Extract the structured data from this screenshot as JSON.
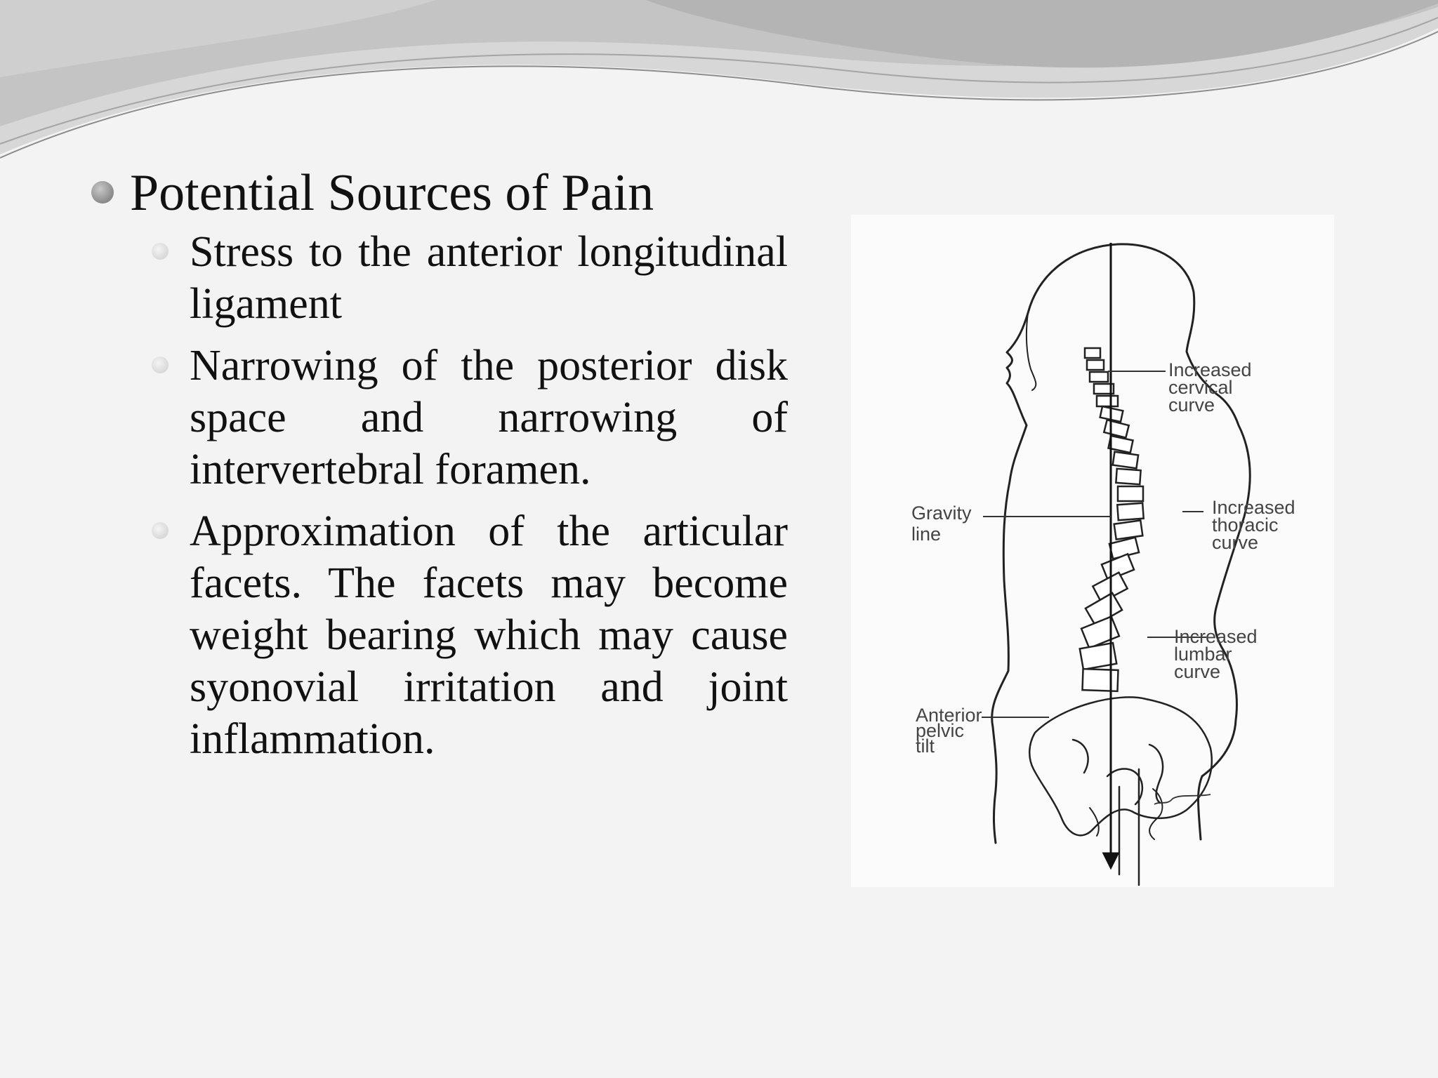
{
  "slide": {
    "heading": "Potential Sources of Pain",
    "points": [
      "Stress to the anterior longitudinal ligament",
      "Narrowing of the posterior disk space and narrowing of intervertebral foramen.",
      "Approximation of the articular facets. The facets may become weight bearing which may cause syonovial irritation and joint inflammation."
    ]
  },
  "figure": {
    "labels": {
      "cervical": [
        "Increased",
        "cervical",
        "curve"
      ],
      "thoracic": [
        "Increased",
        "thoracic",
        "curve"
      ],
      "lumbar": [
        "Increased",
        "lumbar",
        "curve"
      ],
      "gravity": [
        "Gravity",
        "line"
      ],
      "pelvic": [
        "Anterior",
        "pelvic",
        "tilt"
      ]
    }
  }
}
